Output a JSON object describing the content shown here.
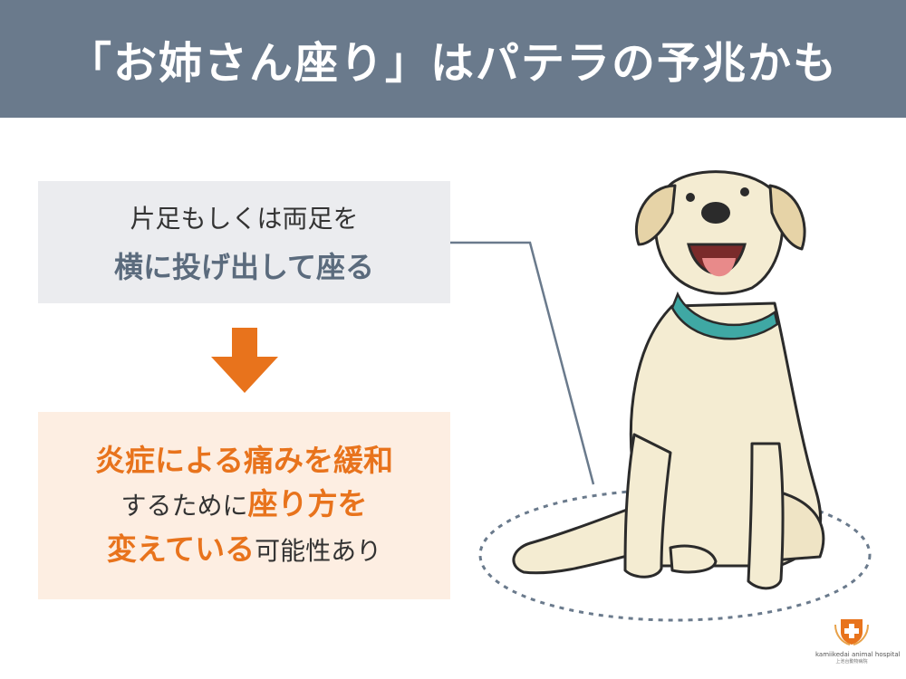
{
  "header": {
    "title": "「お姉さん座り」はパテラの予兆かも"
  },
  "symptom": {
    "line1": "片足もしくは両足を",
    "line2": "横に投げ出して座る"
  },
  "explanation": {
    "line1": "炎症による痛みを緩和",
    "line2_plain": "するために",
    "line2_accent": "座り方を",
    "line3_accent": "変えている",
    "line3_plain": "可能性あり"
  },
  "logo": {
    "name": "kamiikedai animal hospital",
    "sub": "上池台動物病院"
  },
  "colors": {
    "header_bg": "#6a7a8c",
    "accent_orange": "#e8731c",
    "accent_slate": "#5b6b7d",
    "collar_teal": "#3fa8a4"
  }
}
